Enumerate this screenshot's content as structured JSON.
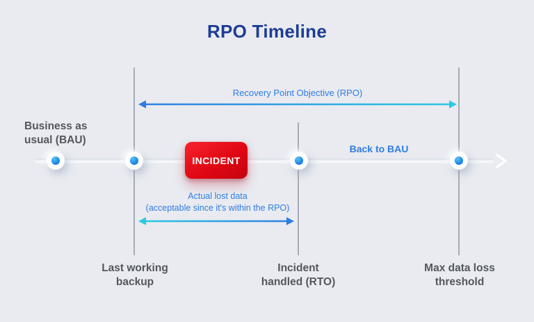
{
  "title": "RPO Timeline",
  "colors": {
    "background": "#e9ebf1",
    "title_navy": "#1d3d94",
    "accent_blue": "#2e7ce0",
    "accent_cyan": "#2cc9e2",
    "incident_red": "#e30913",
    "label_gray": "#54575f",
    "guide_line_gray": "#9aa0aa",
    "node_dot_blue": "#1377dc"
  },
  "rpo_span": {
    "label": "Recovery Point Objective (RPO)"
  },
  "timeline": {
    "bau_label": "Business as\nusual (BAU)",
    "incident_badge": "INCIDENT",
    "back_to_bau_label": "Back to BAU"
  },
  "lost_data_span": {
    "label": "Actual lost data\n(acceptable since it's within the RPO)"
  },
  "milestones": [
    {
      "label": "Last working\nbackup"
    },
    {
      "label": "Incident\nhandled (RTO)"
    },
    {
      "label": "Max data loss\nthreshold"
    }
  ]
}
